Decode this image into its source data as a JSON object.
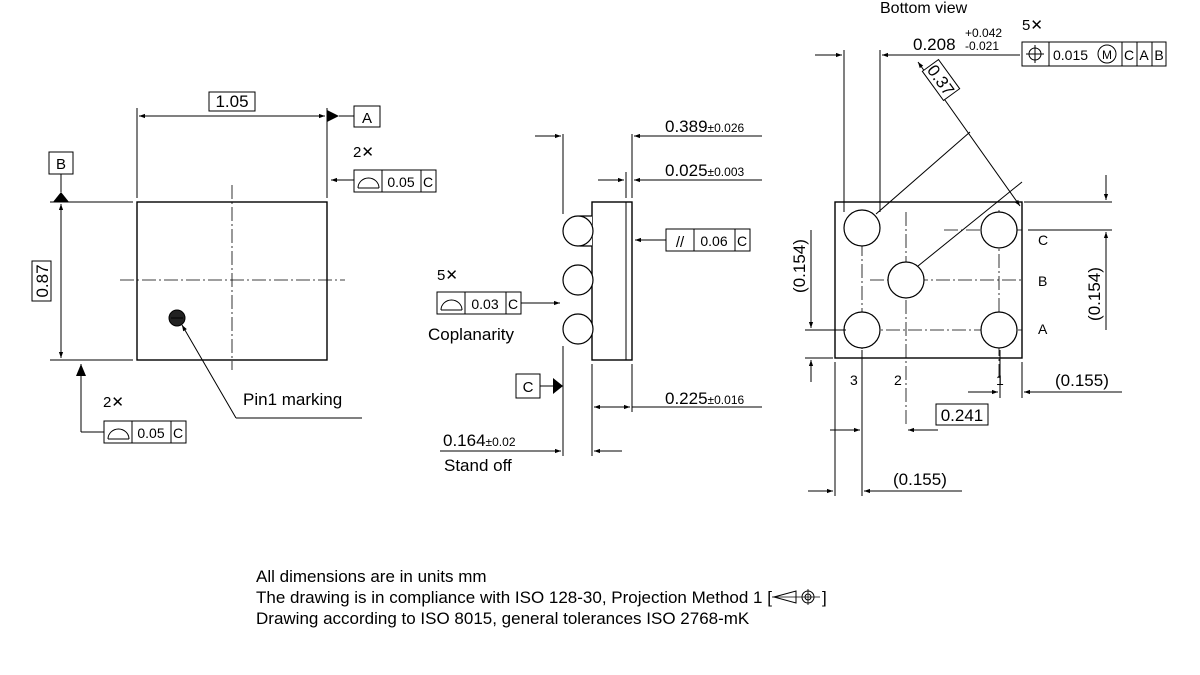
{
  "left_view": {
    "width_dim": "1.05",
    "height_dim": "0.87",
    "datum_a": "A",
    "datum_b": "B",
    "top_fcf": {
      "count": "2✕",
      "tol": "0.05",
      "datum": "C"
    },
    "bottom_fcf": {
      "count": "2✕",
      "tol": "0.05",
      "datum": "C"
    },
    "pin1_label": "Pin1 marking"
  },
  "side_view": {
    "dim_height": "0.389",
    "dim_height_tol": "±0.026",
    "dim_top": "0.025",
    "dim_top_tol": "±0.003",
    "parallel_fcf": {
      "symbol": "//",
      "tol": "0.06",
      "datum": "C"
    },
    "coplanarity_fcf": {
      "count": "5✕",
      "tol": "0.03",
      "datum": "C"
    },
    "coplanarity_label": "Coplanarity",
    "datum_c": "C",
    "dim_body": "0.225",
    "dim_body_tol": "±0.016",
    "standoff_value": "0.164",
    "standoff_tol": "±0.02",
    "standoff_label": "Stand off"
  },
  "bottom_view": {
    "title": "Bottom view",
    "ball_dia": "0.208",
    "ball_dia_tol_upper": "+0.042",
    "ball_dia_tol_lower": "-0.021",
    "position_fcf": {
      "count": "5✕",
      "tol": "0.015",
      "modifier": "M",
      "datums": [
        "C",
        "A",
        "B"
      ]
    },
    "pitch_diag": "0.37",
    "row_labels": [
      "C",
      "B",
      "A"
    ],
    "col_labels": [
      "3",
      "2",
      "1"
    ],
    "dim_left_v": "(0.154)",
    "dim_right_v": "(0.154)",
    "dim_right_h": "(0.155)",
    "dim_pitch_h": "0.241",
    "dim_bottom_h": "(0.155)"
  },
  "notes": [
    "All dimensions are in units mm",
    "The drawing is in compliance with ISO 128-30, Projection Method 1 [",
    "Drawing according to ISO 8015, general tolerances ISO 2768-mK"
  ],
  "notes_suffix": "]"
}
